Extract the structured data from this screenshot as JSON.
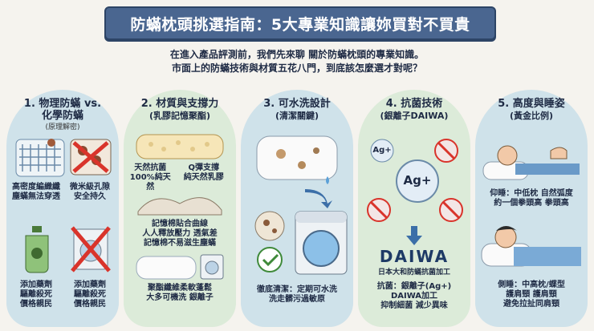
{
  "title": "防蟎枕頭挑選指南：5大專業知識讓妳買對不買貴",
  "intro": {
    "line1": "在進入產品評測前，我們先來聊 關於防蟎枕頭的專業知識。",
    "line2": "市面上的防蟎技術與材質五花八門，到底該怎麼選才對呢？"
  },
  "columns": [
    {
      "title_line1": "1. 物理防蟎 vs.",
      "title_line2": "化學防蟎",
      "subtitle": "(原理解密)",
      "cap_a": "高密度編織纖\n塵蟎無法穿透",
      "cap_b": "微米級孔隙\n安全持久",
      "cap_c": "添加藥劑\n驅離殺死\n價格親民",
      "cap_d": "添加藥劑\n驅離殺死\n價格親民"
    },
    {
      "title_line1": "2. 材質與支撐力",
      "subtitle": "(乳膠記憶聚酯)",
      "cap_a": "天然抗菌\n100%純天然",
      "cap_b": "Q彈支撐\n純天然乳膠",
      "cap_c": "記憶棉貼合曲線\n人人釋放壓力 透氣差\n記憶棉不易滋生塵蟎",
      "cap_d": "聚酯纖維柔軟蓬鬆\n大多可機洗 銀離子"
    },
    {
      "title_line1": "3. 可水洗設計",
      "subtitle": "(清潔關鍵)",
      "cap_a": "徹底清潔：定期可水洗\n洗走髒污過敏原"
    },
    {
      "title_line1": "4. 抗菌技術",
      "subtitle": "(銀離子DAIWA)",
      "ion_small": "Ag+",
      "ion_big": "Ag+",
      "brand": "DAIWA",
      "brand_sub": "日本大和防蟎抗菌加工",
      "cap_a": "抗菌：銀離子(Ag+)\nDAIWA加工\n抑制細菌 減少異味"
    },
    {
      "title_line1": "5. 高度與睡姿",
      "subtitle": "(黃金比例)",
      "cap_a": "仰睡：中低枕 自然弧度\n約一個拳頭高 拳頭高",
      "cap_b": "側睡：中高枕/蝶型\n護肩頸 護肩頸\n避免拉扯同肩頸"
    }
  ],
  "colors": {
    "banner": "#4a6690",
    "col_blue": "#cfe2ea",
    "col_green": "#dcebd9",
    "red_x": "#d9342b",
    "arrow": "#3c6fa8"
  }
}
